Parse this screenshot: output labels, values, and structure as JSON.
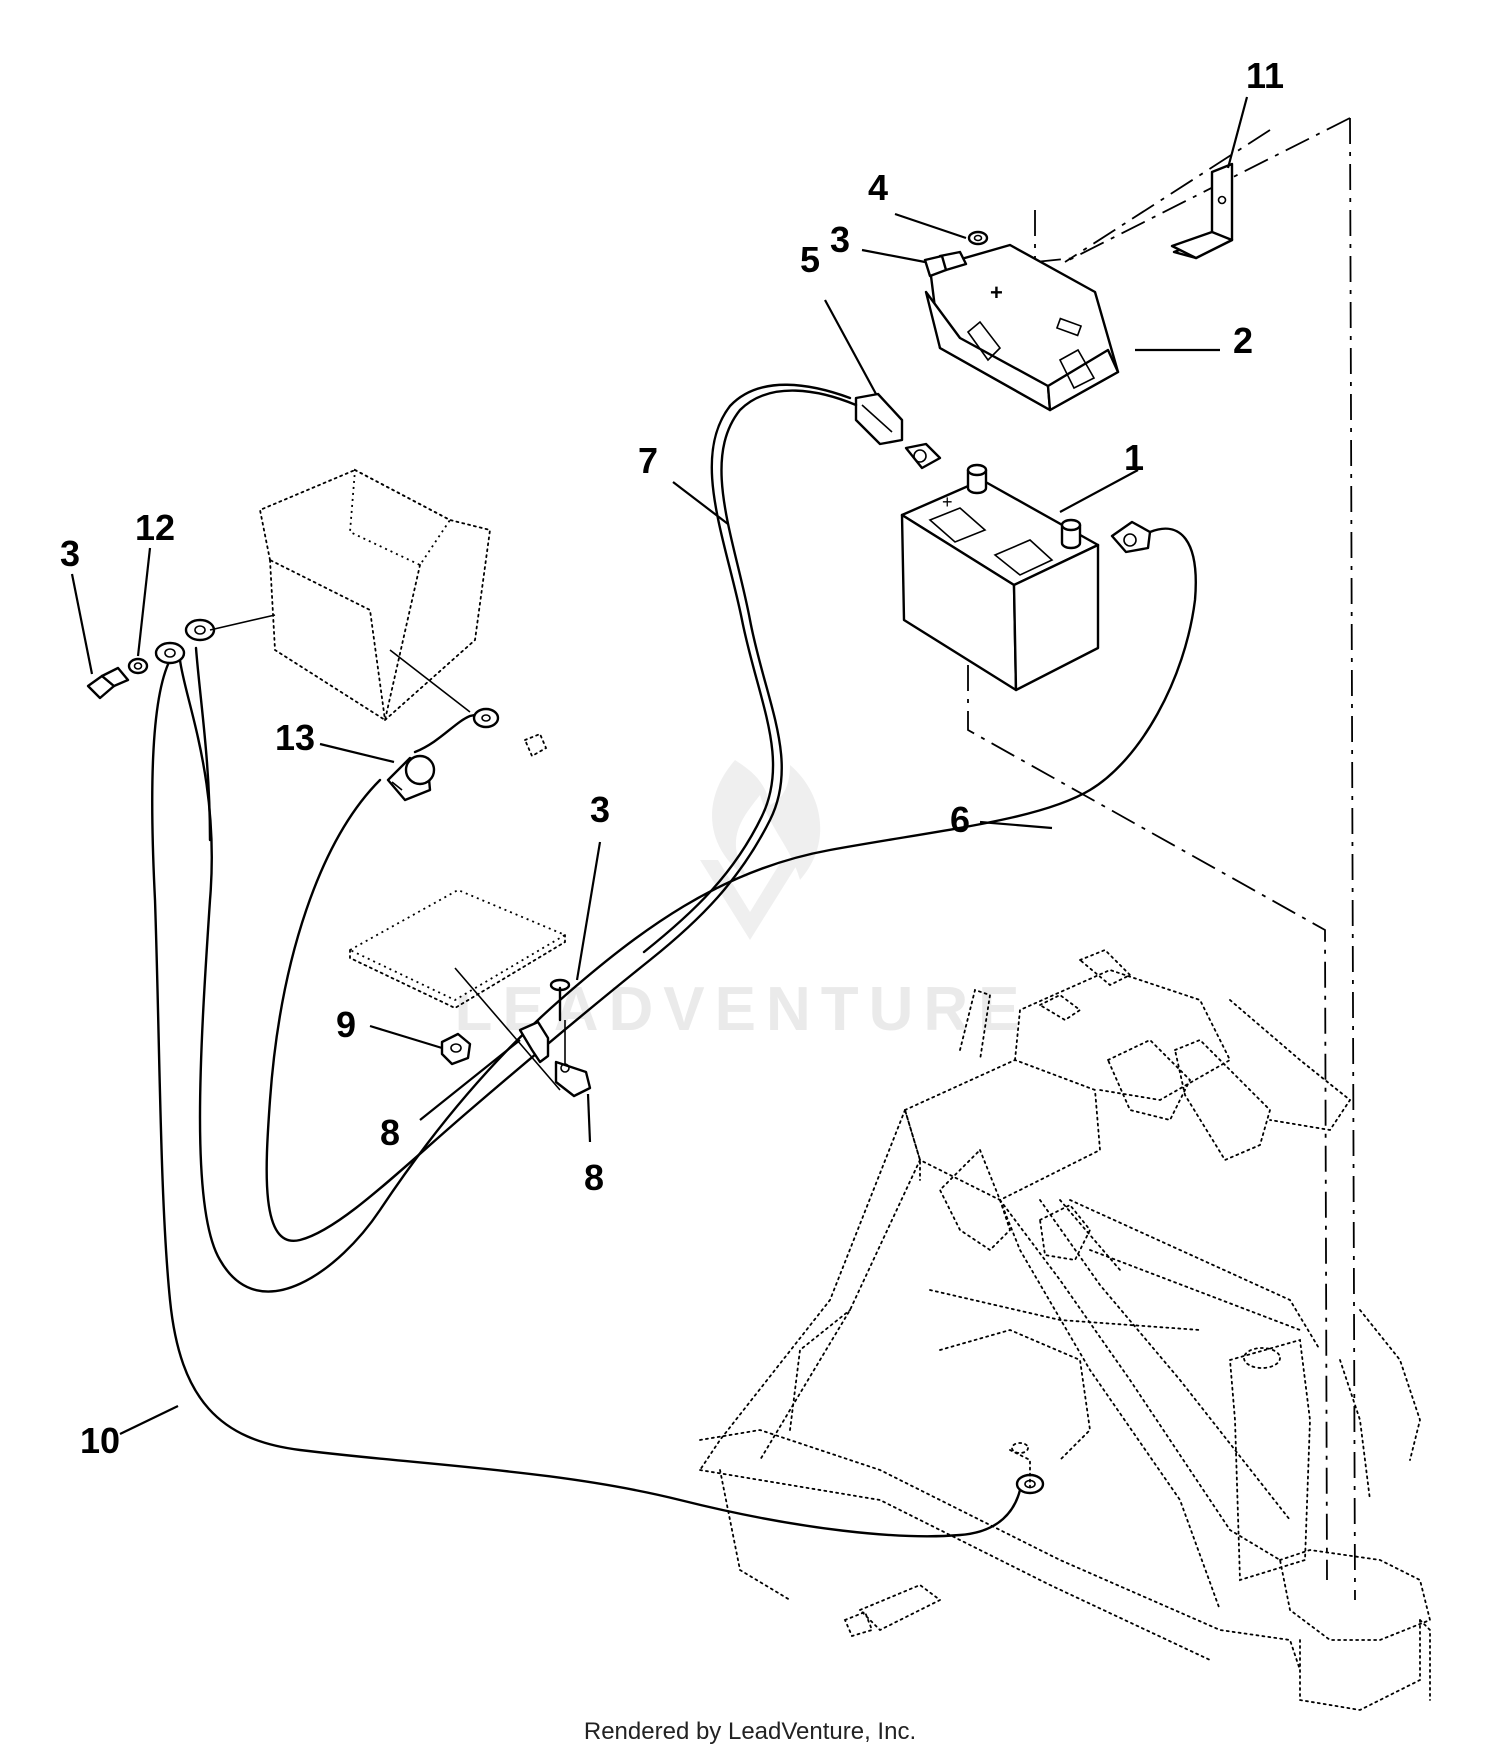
{
  "callouts": {
    "c1": "1",
    "c2": "2",
    "c3a": "3",
    "c3b": "3",
    "c3c": "3",
    "c4": "4",
    "c5": "5",
    "c6": "6",
    "c7": "7",
    "c8a": "8",
    "c8b": "8",
    "c9": "9",
    "c10": "10",
    "c11": "11",
    "c12": "12",
    "c13": "13"
  },
  "watermark": "LEADVENTURE",
  "footer": "Rendered by LeadVenture, Inc."
}
